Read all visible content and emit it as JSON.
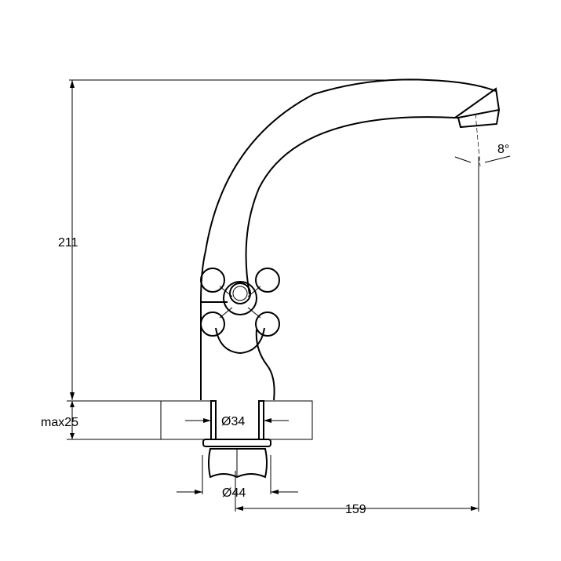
{
  "dimensions": {
    "height": "211",
    "countertop_thickness": "max25",
    "hole_diameter": "Ø34",
    "nut_diameter": "Ø44",
    "reach": "159",
    "spout_angle": "8°"
  },
  "colors": {
    "line": "#000000",
    "background": "#ffffff"
  }
}
